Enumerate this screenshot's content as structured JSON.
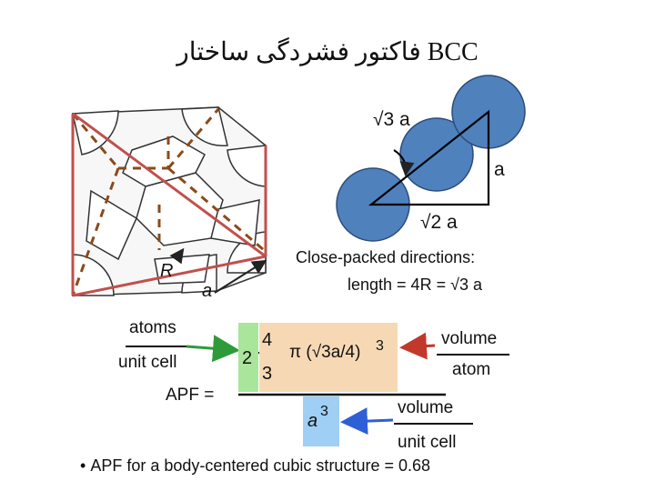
{
  "title": "فاکتور فشردگی ساختار BCC",
  "triangle": {
    "hypotenuse_label": "√3 a",
    "side_label": "a",
    "base_label": "√2 a"
  },
  "cube": {
    "radius_label": "R",
    "edge_label": "a"
  },
  "close_packed": {
    "line1": "Close-packed directions:",
    "line2": "length = 4R = √3 a"
  },
  "apf": {
    "atoms_label": "atoms",
    "unit_cell_label": "unit cell",
    "apf_label": "APF =",
    "count": "2",
    "numerator": "4",
    "denominator": "3",
    "pi_expr": "π (√3a/4)",
    "exponent": "3",
    "denominator_cell": "a",
    "denominator_exp": "3"
  },
  "volume_atom": {
    "top": "volume",
    "bottom": "atom"
  },
  "volume_cell": {
    "top": "volume",
    "bottom": "unit cell"
  },
  "summary": "APF for a body-centered cubic structure = 0.68",
  "colors": {
    "sphere": "#4f81bd",
    "red_line": "#c0504d",
    "dash": "#8b4a1a",
    "arrow_green": "#2e9b3a",
    "arrow_blue": "#2f5fd6",
    "arrow_red": "#c0392b"
  }
}
